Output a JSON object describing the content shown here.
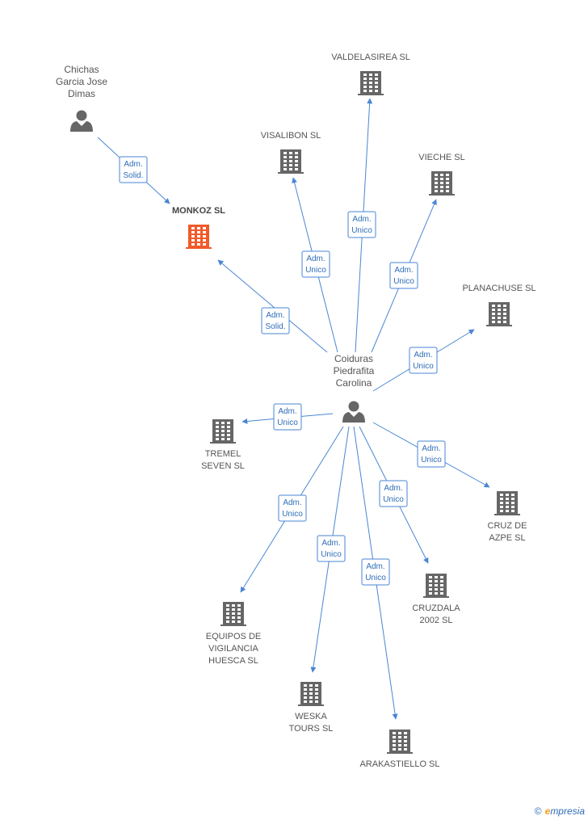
{
  "colors": {
    "edge": "#4a86d4",
    "building": "#666666",
    "building_highlight": "#f05a2a",
    "person": "#666666"
  },
  "persons": [
    {
      "id": "chichas",
      "label_lines": [
        "Chichas",
        "Garcia Jose",
        "Dimas"
      ]
    },
    {
      "id": "coiduras",
      "label_lines": [
        "Coiduras",
        "Piedrafita",
        "Carolina"
      ]
    }
  ],
  "companies": [
    {
      "id": "monkoz",
      "label_lines": [
        "MONKOZ SL"
      ],
      "highlight": true
    },
    {
      "id": "valdelasirea",
      "label_lines": [
        "VALDELASIREA SL"
      ]
    },
    {
      "id": "visalibon",
      "label_lines": [
        "VISALIBON SL"
      ]
    },
    {
      "id": "vieche",
      "label_lines": [
        "VIECHE SL"
      ]
    },
    {
      "id": "planachuse",
      "label_lines": [
        "PLANACHUSE SL"
      ]
    },
    {
      "id": "tremel",
      "label_lines": [
        "TREMEL",
        "SEVEN  SL"
      ]
    },
    {
      "id": "cruzdeazpe",
      "label_lines": [
        "CRUZ DE",
        "AZPE SL"
      ]
    },
    {
      "id": "cruzdala",
      "label_lines": [
        "CRUZDALA",
        "2002 SL"
      ]
    },
    {
      "id": "equipos",
      "label_lines": [
        "EQUIPOS DE",
        "VIGILANCIA",
        "HUESCA SL"
      ]
    },
    {
      "id": "weska",
      "label_lines": [
        "WESKA",
        "TOURS SL"
      ]
    },
    {
      "id": "arakastiello",
      "label_lines": [
        "ARAKASTIELLO SL"
      ]
    }
  ],
  "relations": [
    {
      "from": "chichas",
      "to": "monkoz",
      "role_lines": [
        "Adm.",
        "Solid."
      ]
    },
    {
      "from": "coiduras",
      "to": "monkoz",
      "role_lines": [
        "Adm.",
        "Solid."
      ]
    },
    {
      "from": "coiduras",
      "to": "visalibon",
      "role_lines": [
        "Adm.",
        "Unico"
      ]
    },
    {
      "from": "coiduras",
      "to": "valdelasirea",
      "role_lines": [
        "Adm.",
        "Unico"
      ]
    },
    {
      "from": "coiduras",
      "to": "vieche",
      "role_lines": [
        "Adm.",
        "Unico"
      ]
    },
    {
      "from": "coiduras",
      "to": "planachuse",
      "role_lines": [
        "Adm.",
        "Unico"
      ]
    },
    {
      "from": "coiduras",
      "to": "tremel",
      "role_lines": [
        "Adm.",
        "Unico"
      ]
    },
    {
      "from": "coiduras",
      "to": "cruzdeazpe",
      "role_lines": [
        "Adm.",
        "Unico"
      ]
    },
    {
      "from": "coiduras",
      "to": "cruzdala",
      "role_lines": [
        "Adm.",
        "Unico"
      ]
    },
    {
      "from": "coiduras",
      "to": "equipos",
      "role_lines": [
        "Adm.",
        "Unico"
      ]
    },
    {
      "from": "coiduras",
      "to": "weska",
      "role_lines": [
        "Adm.",
        "Unico"
      ]
    },
    {
      "from": "coiduras",
      "to": "arakastiello",
      "role_lines": [
        "Adm.",
        "Unico"
      ]
    }
  ],
  "footer": {
    "copyright_symbol": "©",
    "brand_initial": "e",
    "brand_rest": "mpresia"
  }
}
